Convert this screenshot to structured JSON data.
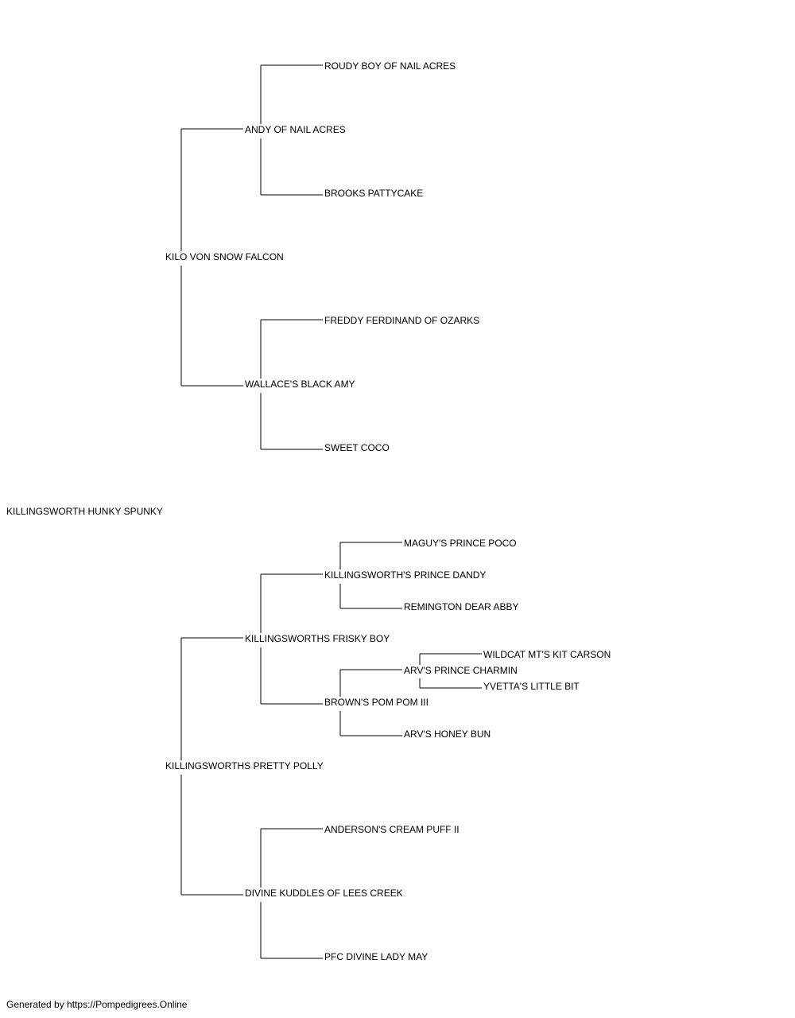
{
  "pedigree": {
    "name": "KILLINGSWORTH HUNKY SPUNKY",
    "sire": {
      "name": "KILO VON SNOW FALCON",
      "sire": {
        "name": "ANDY OF NAIL ACRES",
        "sire": {
          "name": "ROUDY BOY OF NAIL ACRES"
        },
        "dam": {
          "name": "BROOKS PATTYCAKE"
        }
      },
      "dam": {
        "name": "WALLACE'S BLACK AMY",
        "sire": {
          "name": "FREDDY FERDINAND OF OZARKS"
        },
        "dam": {
          "name": "SWEET COCO"
        }
      }
    },
    "dam": {
      "name": "KILLINGSWORTHS PRETTY POLLY",
      "sire": {
        "name": "KILLINGSWORTHS FRISKY BOY",
        "sire": {
          "name": "KILLINGSWORTH'S PRINCE DANDY",
          "sire": {
            "name": "MAGUY'S PRINCE POCO"
          },
          "dam": {
            "name": "REMINGTON DEAR ABBY"
          }
        },
        "dam": {
          "name": "BROWN'S POM POM III",
          "sire": {
            "name": "ARV'S PRINCE CHARMIN",
            "sire": {
              "name": "WILDCAT MT'S KIT CARSON"
            },
            "dam": {
              "name": "YVETTA'S LITTLE BIT"
            }
          },
          "dam": {
            "name": "ARV'S HONEY BUN"
          }
        }
      },
      "dam": {
        "name": "DIVINE KUDDLES OF LEES CREEK",
        "sire": {
          "name": "ANDERSON'S CREAM PUFF II"
        },
        "dam": {
          "name": "PFC DIVINE LADY MAY"
        }
      }
    }
  },
  "footer": "Generated by https://Pompedigrees.Online"
}
